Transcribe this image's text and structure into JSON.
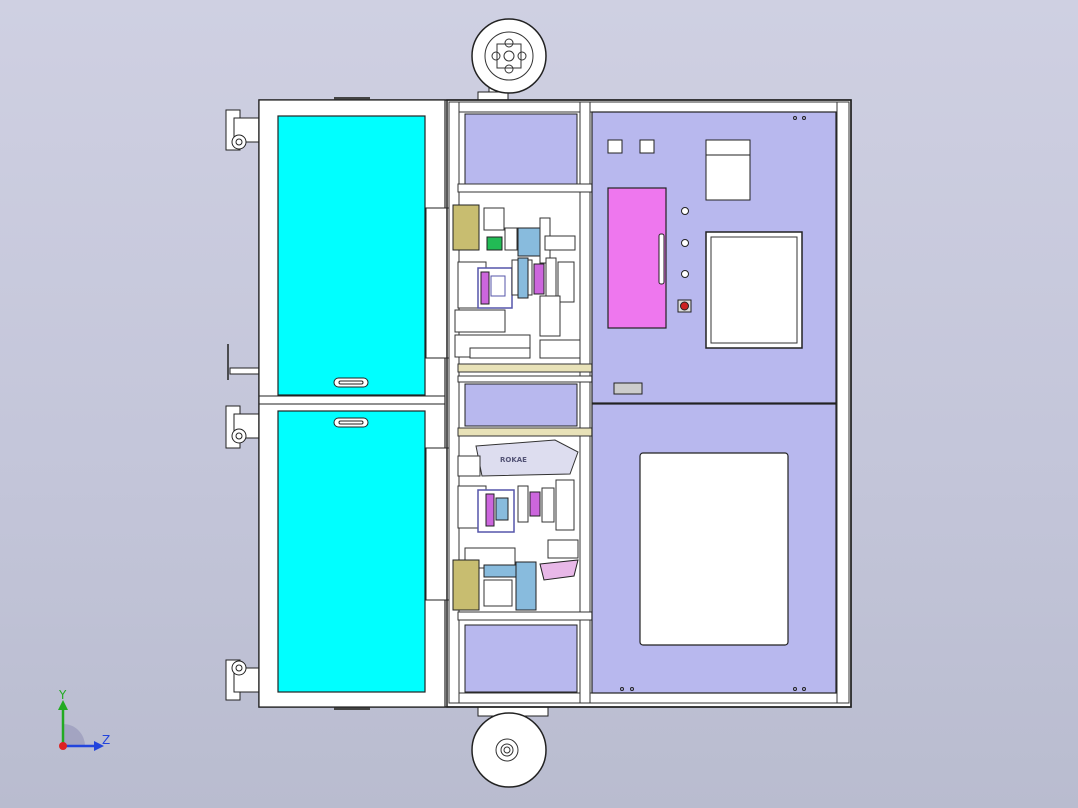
{
  "axes": {
    "y_label": "Y",
    "z_label": "Z"
  },
  "panel": {
    "brand_text": "ROKAE"
  },
  "colors": {
    "frame": "#ffffff",
    "door_glass": "#00ffff",
    "panel": "#b8b8ee",
    "hmi_box": "#ee77ee",
    "outline": "#222222",
    "estop": "#cc2222",
    "axis_y": "#22aa22",
    "axis_z": "#2244dd",
    "axis_x": "#dd2222"
  },
  "icons": [
    "reel-icon",
    "caster-wheel-icon",
    "estop-button-icon",
    "axis-triad-icon",
    "door-handle-icon"
  ]
}
